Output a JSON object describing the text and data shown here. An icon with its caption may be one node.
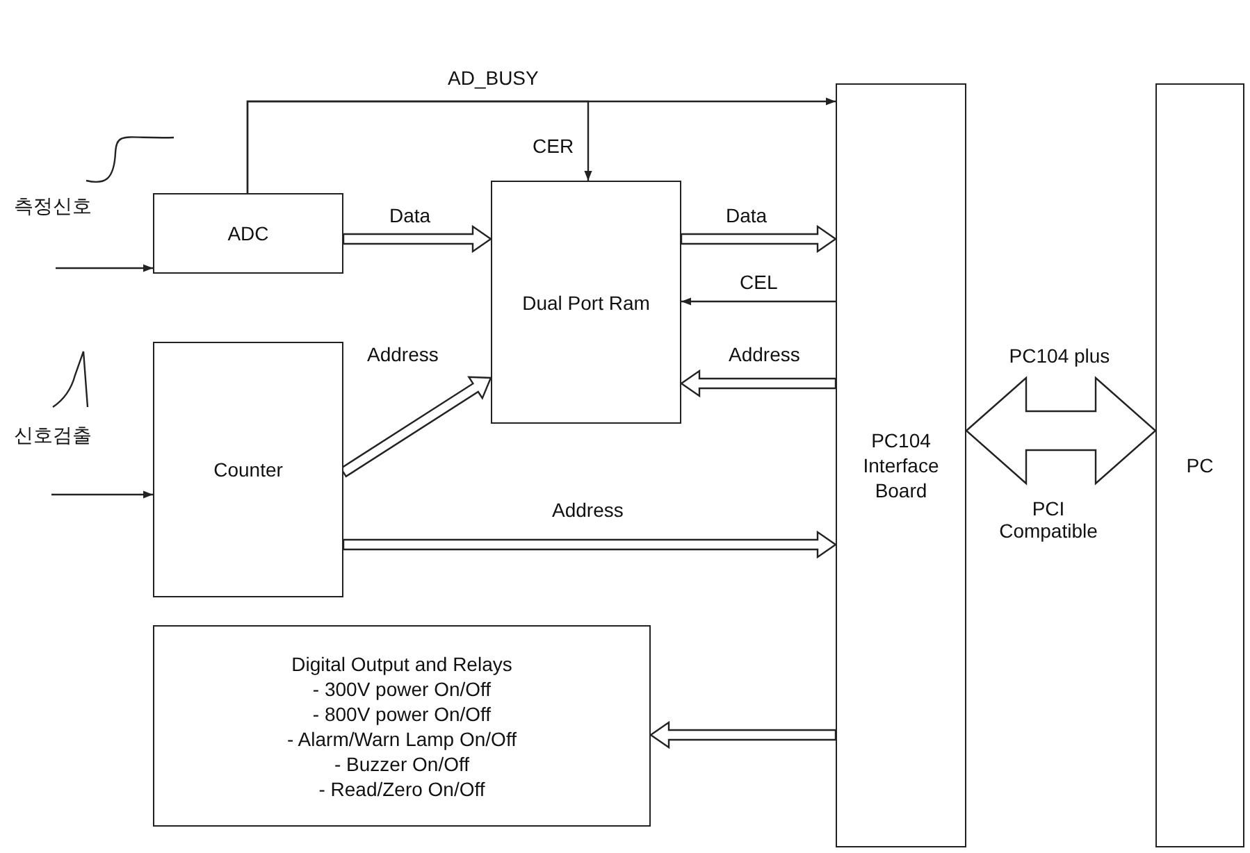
{
  "diagram": {
    "nodes": [
      {
        "text": [
          "ADC"
        ]
      },
      {
        "text": [
          "Counter"
        ]
      },
      {
        "text": [
          "Dual Port Ram"
        ]
      },
      {
        "text": [
          "PC104 Interface Board"
        ]
      },
      {
        "text": [
          "PC"
        ]
      },
      {
        "text": [
          "Digital Output and Relays",
          "- 300V power On/Off",
          "- 800V power On/Off",
          "- Alarm/Warn Lamp On/Off",
          "- Buzzer On/Off",
          "- Read/Zero On/Off"
        ]
      }
    ],
    "edges": [
      {
        "from": 0,
        "to": 3,
        "arrow": "to",
        "label": "AD_BUSY"
      },
      {
        "from": 0,
        "to": 2,
        "arrow": "to",
        "label": "CER"
      },
      {
        "from": 0,
        "to": 2,
        "arrow": "to",
        "label": "Data",
        "style": "thick"
      },
      {
        "from": 2,
        "to": 3,
        "arrow": "to",
        "label": "Data",
        "style": "thick"
      },
      {
        "from": 3,
        "to": 2,
        "arrow": "to",
        "label": "CEL"
      },
      {
        "from": 3,
        "to": 2,
        "arrow": "to",
        "label": "Address",
        "style": "thick"
      },
      {
        "from": 1,
        "to": 2,
        "arrow": "to",
        "label": "Address",
        "style": "thick"
      },
      {
        "from": 1,
        "to": 3,
        "arrow": "to",
        "label": "Address",
        "style": "thick"
      },
      {
        "from": 3,
        "to": 5,
        "arrow": "to",
        "style": "thick"
      },
      {
        "from": 3,
        "to": 4,
        "arrow": "both",
        "style": "thick"
      },
      {
        "from": null,
        "to": 0,
        "arrow": "to"
      },
      {
        "from": null,
        "to": 1,
        "arrow": "to"
      }
    ],
    "labels": [
      "측정신호",
      "신호검출",
      "PC104 plus",
      "PCI Compatible"
    ]
  }
}
